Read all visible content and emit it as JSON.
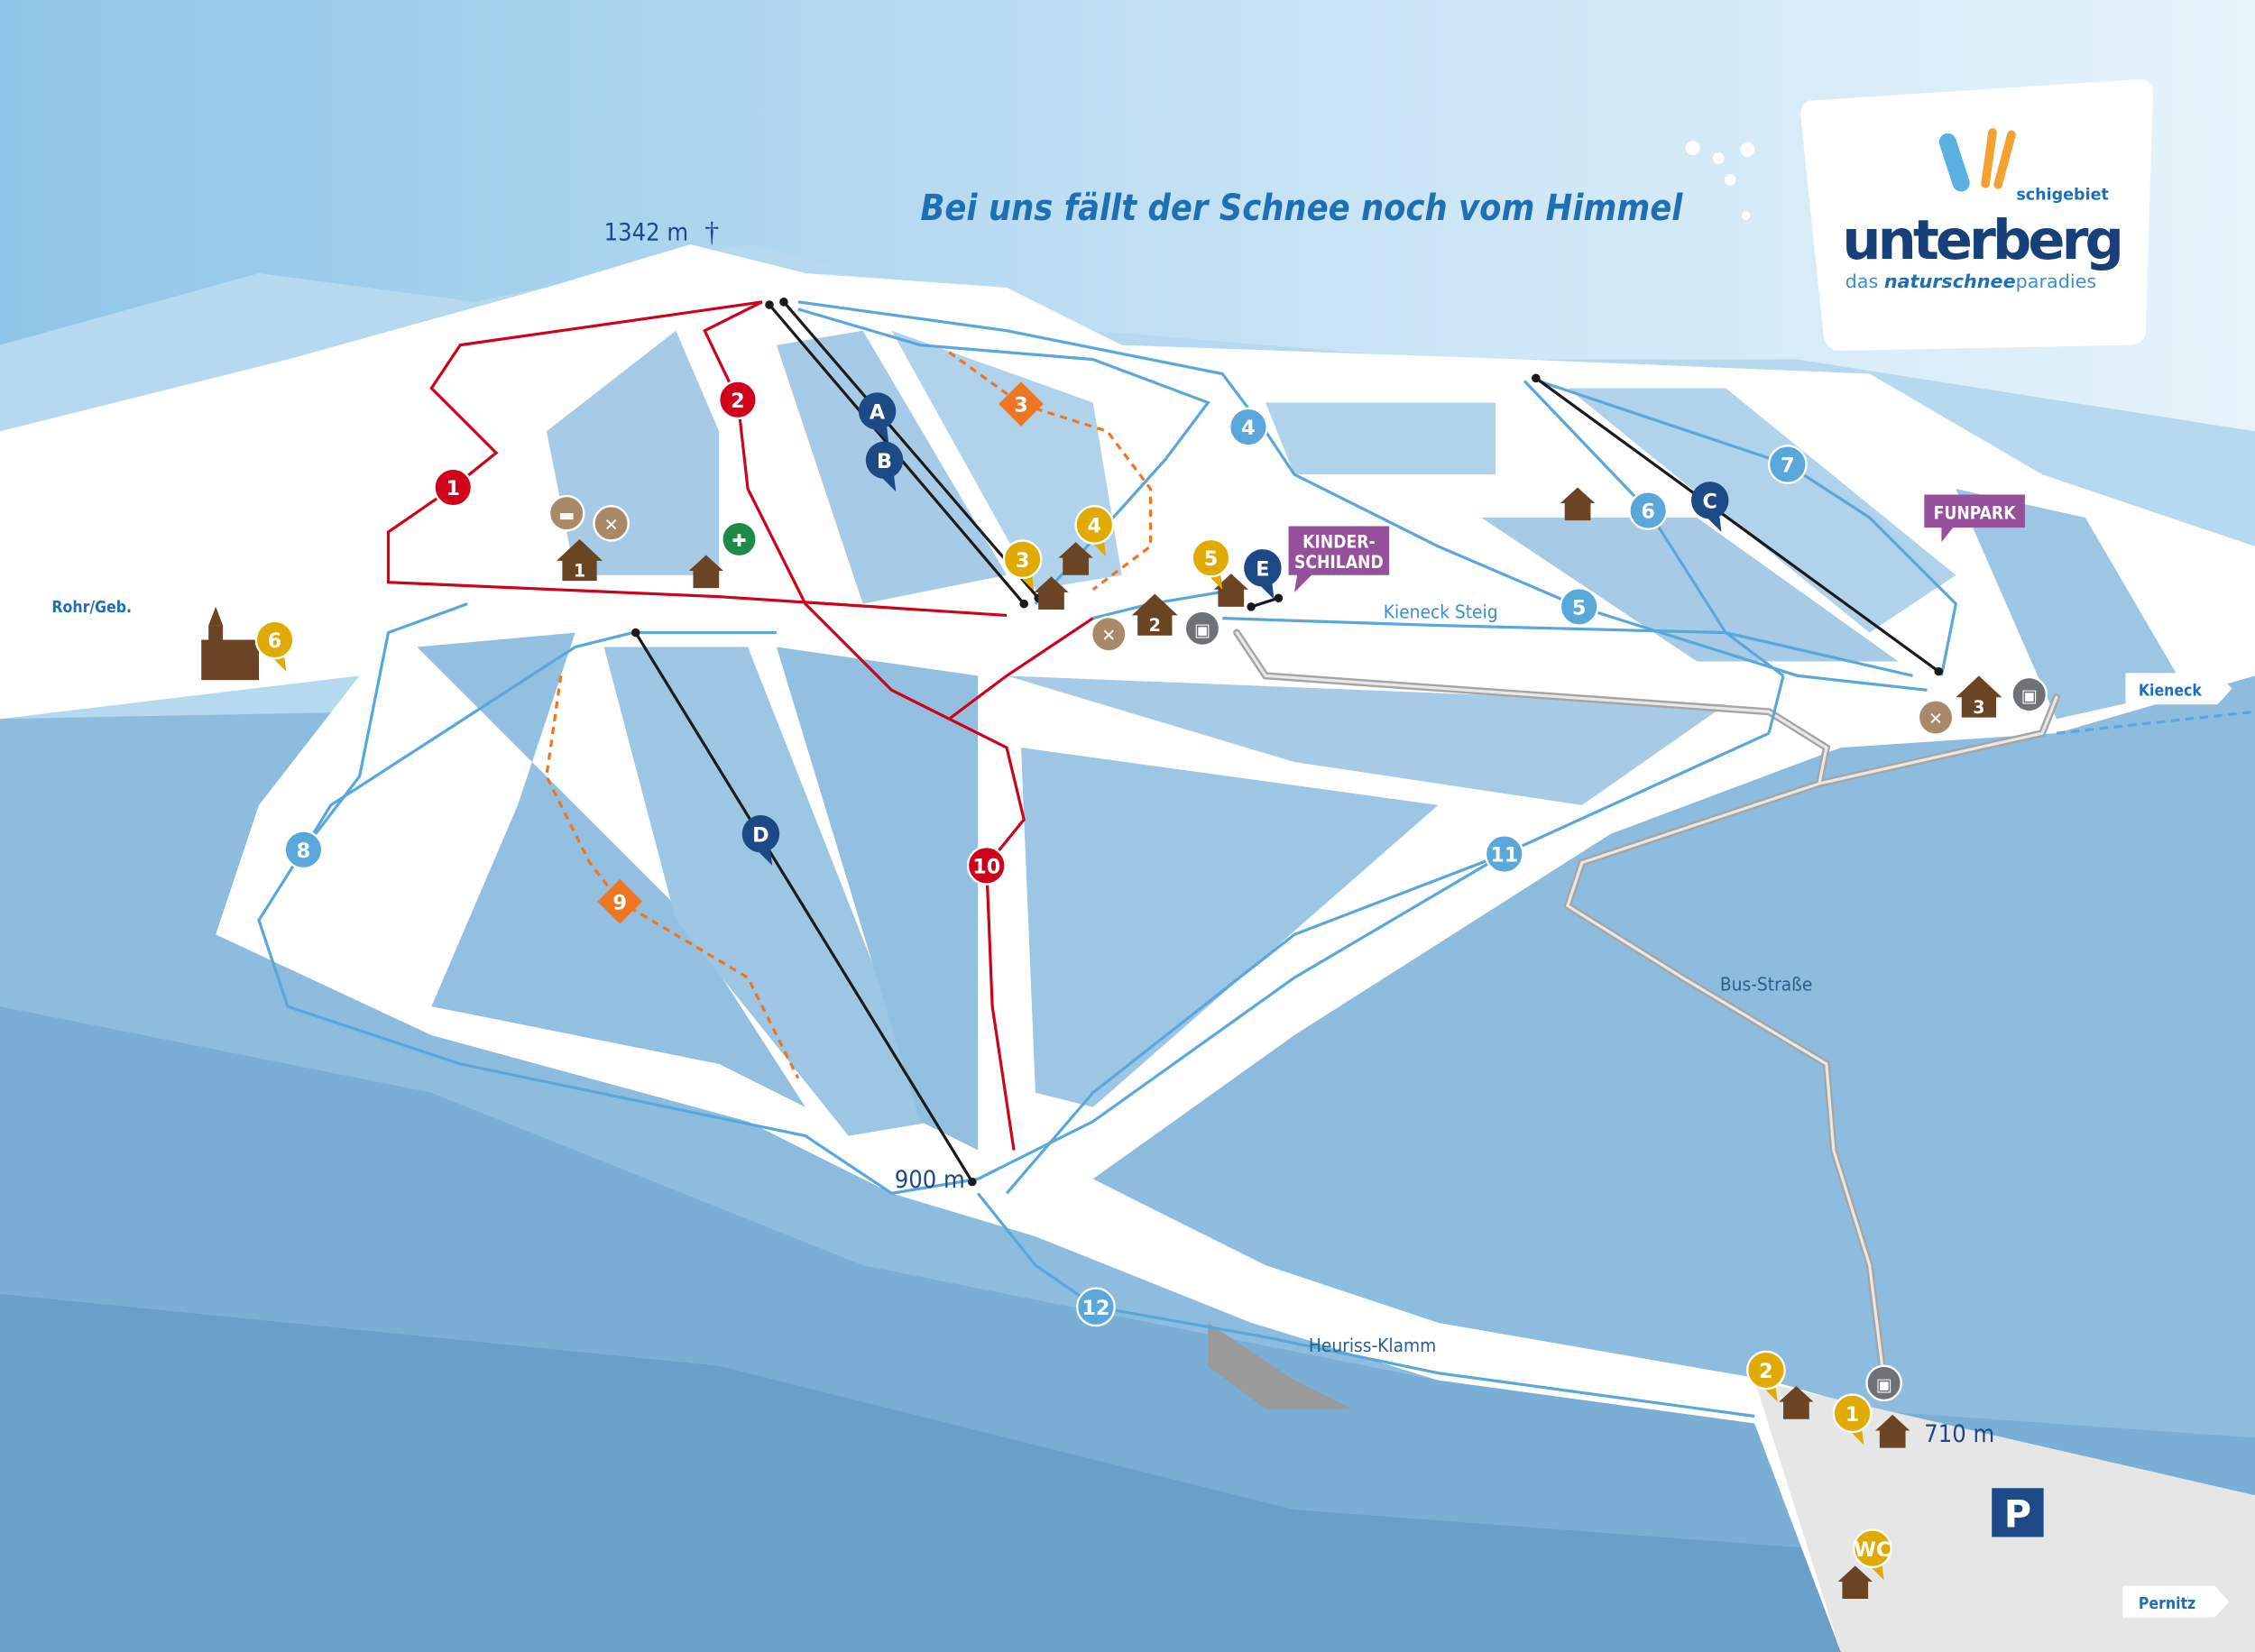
{
  "slogan": "Bei uns fällt der Schnee noch vom Himmel",
  "logo": {
    "top": "schigebiet",
    "name": "unterberg",
    "tag_1": "das ",
    "tag_2": "naturschnee",
    "tag_3": "paradies"
  },
  "elevations": {
    "summit": "1342 m",
    "middle": "900 m",
    "base": "710 m"
  },
  "places": {
    "kieneck_steig": "Kieneck Steig",
    "bus_strasse": "Bus-Straße",
    "heuriss_klamm": "Heuriss-Klamm",
    "rohr": "Rohr/Geb.",
    "kieneck": "Kieneck",
    "pernitz": "Pernitz",
    "kinderschiland_1": "KINDER-",
    "kinderschiland_2": "SCHILAND",
    "funpark": "FUNPARK",
    "parking": "P"
  },
  "slopes_red": [
    "1",
    "2",
    "10"
  ],
  "slopes_blue": [
    "4",
    "5",
    "6",
    "7",
    "8",
    "11",
    "12"
  ],
  "routes_orange": [
    "3",
    "9"
  ],
  "lifts": [
    "A",
    "B",
    "C",
    "D",
    "E"
  ],
  "huts_yellow": [
    "1",
    "2",
    "3",
    "4",
    "5",
    "6",
    "WC"
  ],
  "huts_numbered": [
    "1",
    "2",
    "3"
  ],
  "colors": {
    "red": "#d0021b",
    "blue": "#5aa7dc",
    "lift": "#1d4a86",
    "orange": "#ee7623",
    "yellow": "#e0aa00",
    "purple": "#94509a",
    "green": "#1d8a45",
    "hut": "#6b4424"
  }
}
